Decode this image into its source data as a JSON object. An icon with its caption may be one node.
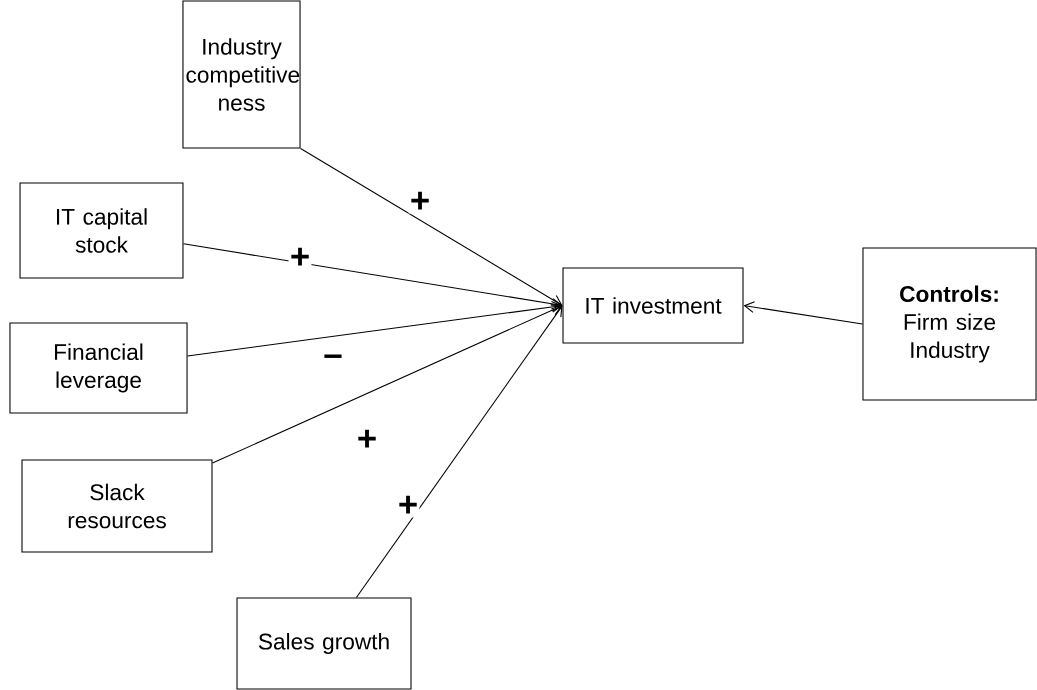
{
  "diagram": {
    "nodes": [
      {
        "text": [
          "Industry competitive ness"
        ]
      },
      {
        "text": [
          "IT capital stock"
        ]
      },
      {
        "text": [
          "Financial leverage"
        ]
      },
      {
        "text": [
          "Slack resources"
        ]
      },
      {
        "text": [
          "Sales growth"
        ]
      },
      {
        "text": [
          "IT investment"
        ]
      },
      {
        "text": [
          "Controls:",
          "Firm size",
          "Industry"
        ]
      }
    ],
    "edges": [
      {
        "from": 0,
        "to": 5,
        "arrow": "to",
        "label": "+"
      },
      {
        "from": 1,
        "to": 5,
        "arrow": "to",
        "label": "+"
      },
      {
        "from": 2,
        "to": 5,
        "arrow": "to",
        "label": "–"
      },
      {
        "from": 3,
        "to": 5,
        "arrow": "to",
        "label": "+"
      },
      {
        "from": 4,
        "to": 5,
        "arrow": "to",
        "label": "+"
      },
      {
        "from": 6,
        "to": 5,
        "arrow": "to"
      }
    ]
  }
}
